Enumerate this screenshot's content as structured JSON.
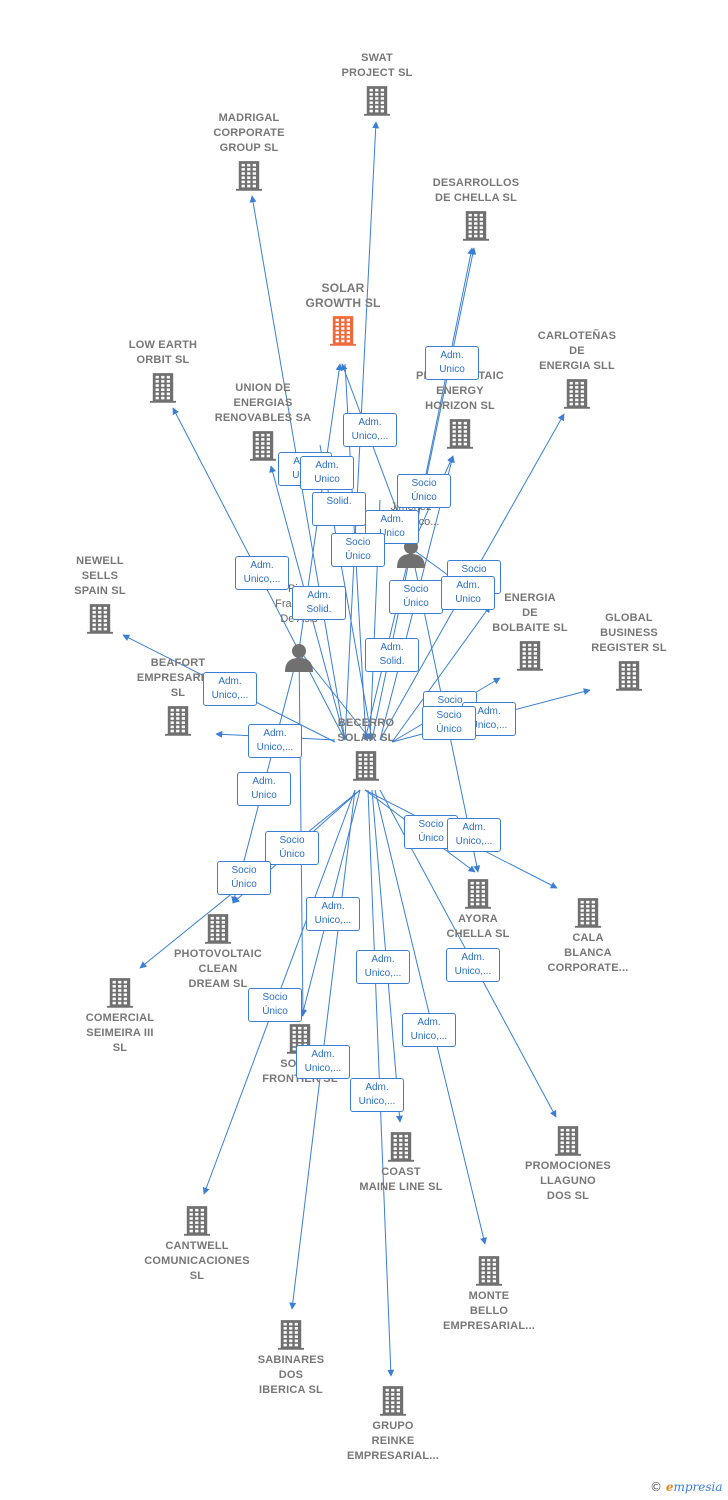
{
  "colors": {
    "edge": "#3a7fd5",
    "building": "#707070",
    "highlight": "#f26a3b",
    "person": "#707070"
  },
  "center": {
    "id": "becerro",
    "label": "BECERRO\nSOLAR SL"
  },
  "highlighted": {
    "id": "solar-growth",
    "label": "SOLAR\nGROWTH  SL"
  },
  "companies": [
    {
      "id": "swat",
      "label": "SWAT\nPROJECT  SL",
      "icon": "building-icon"
    },
    {
      "id": "madrigal",
      "label": "MADRIGAL\nCORPORATE\nGROUP  SL",
      "icon": "building-icon"
    },
    {
      "id": "desarrollos",
      "label": "DESARROLLOS\nDE CHELLA  SL",
      "icon": "building-icon"
    },
    {
      "id": "carlotenas",
      "label": "CARLOTEÑAS\nDE\nENERGIA SLL",
      "icon": "building-icon"
    },
    {
      "id": "low-earth",
      "label": "LOW EARTH\nORBIT  SL",
      "icon": "building-icon"
    },
    {
      "id": "union",
      "label": "UNION DE\nENERGIAS\nRENOVABLES SA",
      "icon": "building-icon"
    },
    {
      "id": "pv-energy",
      "label": "PHOTOVOLTAIC\nENERGY\nHORIZON  SL",
      "icon": "building-icon"
    },
    {
      "id": "newell",
      "label": "NEWELL\nSELLS\nSPAIN  SL",
      "icon": "building-icon"
    },
    {
      "id": "energia-bolbaite",
      "label": "ENERGIA\nDE\nBOLBAITE  SL",
      "icon": "building-icon"
    },
    {
      "id": "global-business",
      "label": "GLOBAL\nBUSINESS\nREGISTER  SL",
      "icon": "building-icon"
    },
    {
      "id": "beafort",
      "label": "BEAFORT\nEMPRESARIAL\nSL",
      "icon": "building-icon"
    },
    {
      "id": "ayora",
      "label": "AYORA\nCHELLA  SL",
      "icon": "building-icon"
    },
    {
      "id": "cala-blanca",
      "label": "CALA\nBLANCA\nCORPORATE...",
      "icon": "building-icon"
    },
    {
      "id": "pv-clean",
      "label": "PHOTOVOLTAIC\nCLEAN\nDREAM  SL",
      "icon": "building-icon"
    },
    {
      "id": "comercial",
      "label": "COMERCIAL\nSEIMEIRA III\nSL",
      "icon": "building-icon"
    },
    {
      "id": "solar-frontier",
      "label": "SOLAR\nFRONTIER  SL",
      "icon": "building-icon"
    },
    {
      "id": "coast",
      "label": "COAST\nMAINE LINE  SL",
      "icon": "building-icon"
    },
    {
      "id": "promociones",
      "label": "PROMOCIONES\nLLAGUNO\nDOS  SL",
      "icon": "building-icon"
    },
    {
      "id": "cantwell",
      "label": "CANTWELL\nCOMUNICACIONES\nSL",
      "icon": "building-icon"
    },
    {
      "id": "monte-bello",
      "label": "MONTE\nBELLO\nEMPRESARIAL...",
      "icon": "building-icon"
    },
    {
      "id": "sabinares",
      "label": "SABINARES\nDOS\nIBERICA  SL",
      "icon": "building-icon"
    },
    {
      "id": "grupo-reinke",
      "label": "GRUPO\nREINKE\nEMPRESARIAL...",
      "icon": "building-icon"
    }
  ],
  "persons": [
    {
      "id": "person-jimenez",
      "label": "Jimenez\nFrancisco...",
      "icon": "person-icon"
    },
    {
      "id": "person-pino",
      "label": "Pino\nFrancisco\nDe Asis",
      "icon": "person-icon"
    }
  ],
  "relations": [
    "Adm.\nUnico",
    "Adm.\nUnico,...",
    "Adm.\nUnico",
    "Adm.\nUnico",
    "Solid.",
    "Adm.\nUnico",
    "Socio\nÚnico",
    "Socio\nÚnico",
    "Adm.\nUnico,...",
    "Adm.\nSolid.",
    "Socio\nÚnico",
    "Socio\nÚnico",
    "Adm.\nUnico",
    "Adm.\nSolid.",
    "Adm.\nUnico,...",
    "Adm.\nUnico,...",
    "Socio\nÚnico",
    "Adm.\nUnico",
    "Adm.\nUnico,...",
    "Socio\nÚnico",
    "Socio\nÚnico",
    "Socio\nÚnico",
    "Socio\nÚnico",
    "Adm.\nUnico,...",
    "Adm.\nUnico,...",
    "Socio\nÚnico",
    "Adm.\nUnico,...",
    "Adm.\nUnico,...",
    "Adm.\nUnico,...",
    "Adm.\nUnico,...",
    "Adm.\nUnico,..."
  ],
  "footer": {
    "copyright": "©",
    "brand_initial": "e",
    "brand_rest": "mpresia"
  }
}
